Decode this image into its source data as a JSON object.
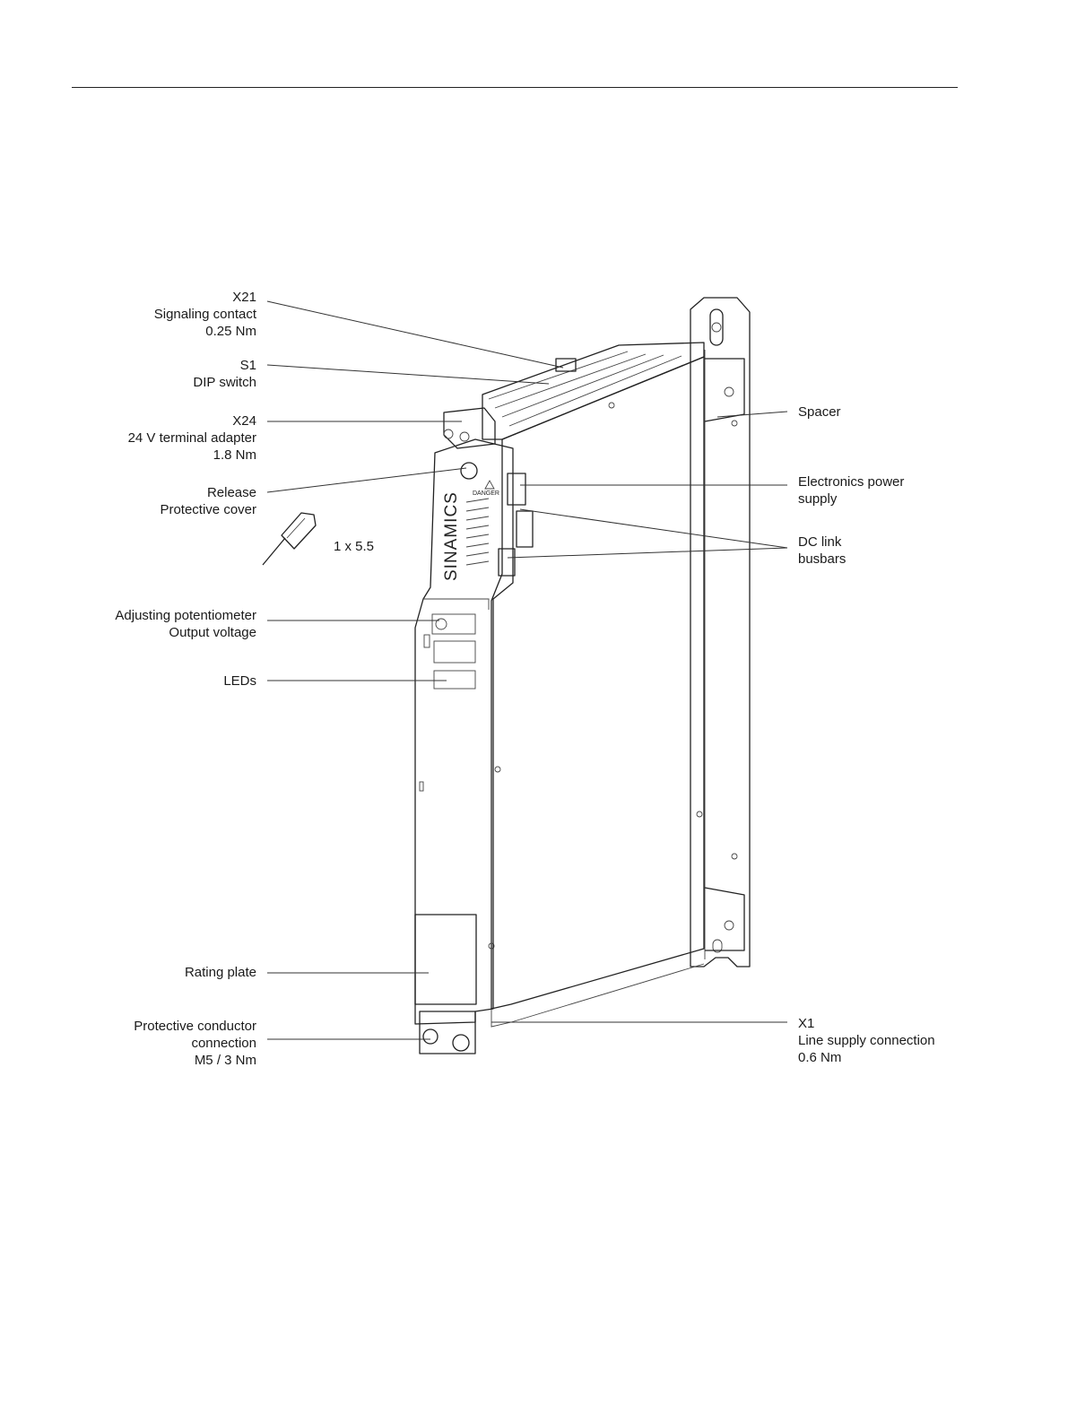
{
  "labels": {
    "x21": [
      "X21",
      "Signaling contact",
      "0.25 Nm"
    ],
    "s1": [
      "S1",
      "DIP switch"
    ],
    "x24": [
      "X24",
      "24 V terminal adapter",
      "1.8 Nm"
    ],
    "release": [
      "Release",
      "Protective cover"
    ],
    "screwdriver": "1 x 5.5",
    "potentiometer": [
      "Adjusting potentiometer",
      "Output voltage"
    ],
    "leds": [
      "LEDs"
    ],
    "rating_plate": [
      "Rating plate"
    ],
    "protective_conductor": [
      "Protective conductor",
      "connection",
      "M5 / 3 Nm"
    ],
    "spacer": [
      "Spacer"
    ],
    "electronics_power": [
      "Electronics power",
      "supply"
    ],
    "dc_link": [
      "DC link",
      "busbars"
    ],
    "x1": [
      "X1",
      "Line supply connection",
      "0.6 Nm"
    ]
  },
  "device": {
    "brand": "SINAMICS",
    "warning": "DANGER"
  }
}
